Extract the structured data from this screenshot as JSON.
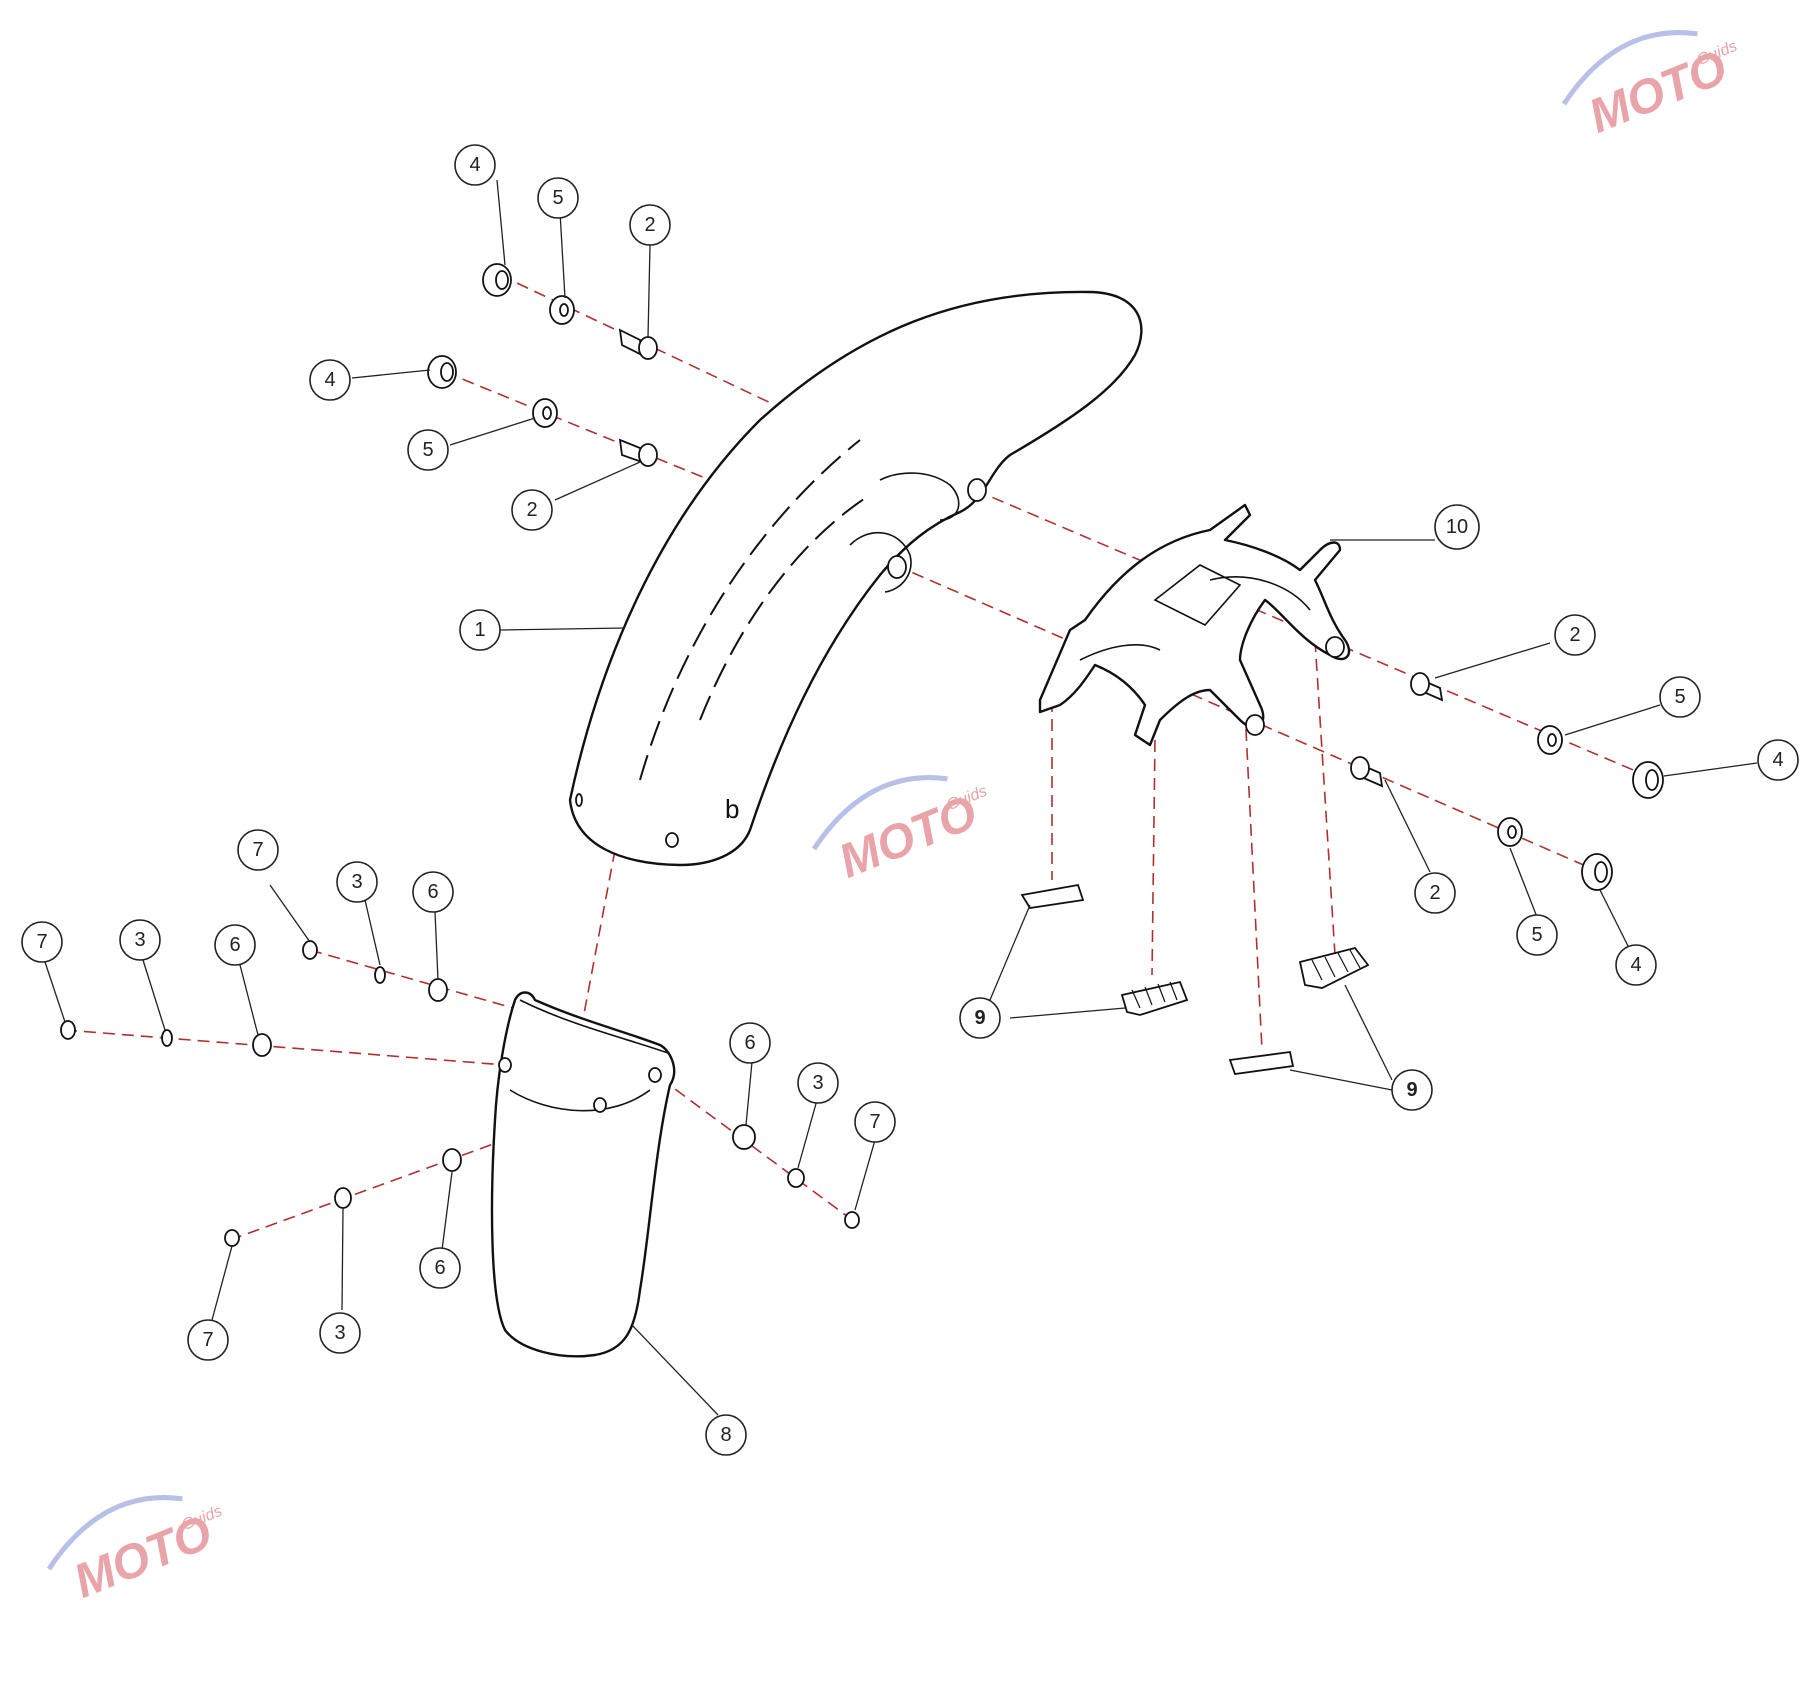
{
  "watermark": {
    "brand": "MOTO",
    "suffix": "Guids"
  },
  "callouts": [
    {
      "id": "c1",
      "label": "1"
    },
    {
      "id": "c2a",
      "label": "2"
    },
    {
      "id": "c2b",
      "label": "2"
    },
    {
      "id": "c2c",
      "label": "2"
    },
    {
      "id": "c2d",
      "label": "2"
    },
    {
      "id": "c3a",
      "label": "3"
    },
    {
      "id": "c3b",
      "label": "3"
    },
    {
      "id": "c3c",
      "label": "3"
    },
    {
      "id": "c3d",
      "label": "3"
    },
    {
      "id": "c4a",
      "label": "4"
    },
    {
      "id": "c4b",
      "label": "4"
    },
    {
      "id": "c4c",
      "label": "4"
    },
    {
      "id": "c4d",
      "label": "4"
    },
    {
      "id": "c5a",
      "label": "5"
    },
    {
      "id": "c5b",
      "label": "5"
    },
    {
      "id": "c5c",
      "label": "5"
    },
    {
      "id": "c5d",
      "label": "5"
    },
    {
      "id": "c6a",
      "label": "6"
    },
    {
      "id": "c6b",
      "label": "6"
    },
    {
      "id": "c6c",
      "label": "6"
    },
    {
      "id": "c6d",
      "label": "6"
    },
    {
      "id": "c7a",
      "label": "7"
    },
    {
      "id": "c7b",
      "label": "7"
    },
    {
      "id": "c7c",
      "label": "7"
    },
    {
      "id": "c7d",
      "label": "7"
    },
    {
      "id": "c8",
      "label": "8"
    },
    {
      "id": "c9a",
      "label": "9"
    },
    {
      "id": "c9b",
      "label": "9"
    },
    {
      "id": "c10",
      "label": "10"
    }
  ]
}
